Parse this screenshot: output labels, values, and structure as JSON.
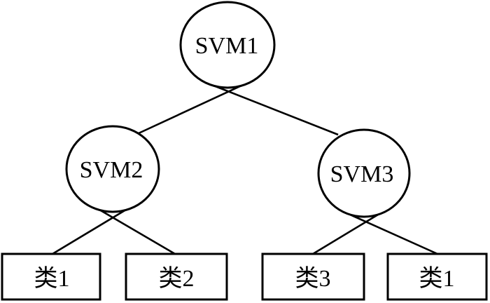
{
  "diagram": {
    "description": "Binary decision tree of support vector machines classifying three classes",
    "background_color": "#ffffff",
    "stroke_color": "#000000",
    "nodes": {
      "root": {
        "label": "SVM1",
        "shape": "circle"
      },
      "left": {
        "label": "SVM2",
        "shape": "circle"
      },
      "right": {
        "label": "SVM3",
        "shape": "circle"
      },
      "leaf1": {
        "label": "类1",
        "shape": "rect"
      },
      "leaf2": {
        "label": "类2",
        "shape": "rect"
      },
      "leaf3": {
        "label": "类3",
        "shape": "rect"
      },
      "leaf4": {
        "label": "类1",
        "shape": "rect"
      }
    },
    "edges": [
      {
        "from": "SVM1",
        "to": "SVM2"
      },
      {
        "from": "SVM1",
        "to": "SVM3"
      },
      {
        "from": "SVM2",
        "to": "类1"
      },
      {
        "from": "SVM2",
        "to": "类2"
      },
      {
        "from": "SVM3",
        "to": "类3"
      },
      {
        "from": "SVM3",
        "to": "类1"
      }
    ]
  }
}
